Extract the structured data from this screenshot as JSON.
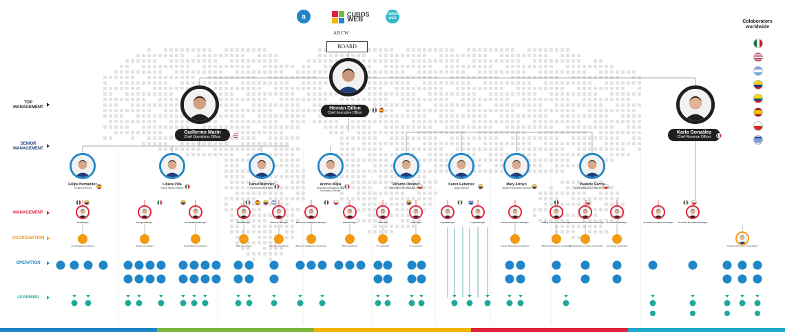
{
  "logos": {
    "a_letter": "a",
    "cubos_line1": "CUBOS",
    "cubos_line2": "WEB",
    "c_text": "CUBOS WEB"
  },
  "abcw": "ABCW",
  "board": "BOARD",
  "levels": [
    {
      "key": "top",
      "label1": "TOP",
      "label2": "MANAGEMENT",
      "color": "#222222"
    },
    {
      "key": "senior",
      "label1": "SENIOR",
      "label2": "MANAGEMENT",
      "color": "#1f3f7a"
    },
    {
      "key": "management",
      "label1": "MANAGEMENT",
      "label2": "",
      "color": "#e0213b"
    },
    {
      "key": "coordination",
      "label1": "COORDINATION",
      "label2": "",
      "color": "#f29a12"
    },
    {
      "key": "operation",
      "label1": "OPERATION",
      "label2": "",
      "color": "#1f86c8"
    },
    {
      "key": "learning",
      "label1": "LEARNING",
      "label2": "",
      "color": "#1fa99a"
    }
  ],
  "executives": {
    "ceo": {
      "name": "Hernán Dillon",
      "role": "Chief Executive Officer"
    },
    "coo": {
      "name": "Guillermo Marín",
      "role": "Chief Operations Officer"
    },
    "cro": {
      "name": "Karla González",
      "role": "Chief Revenue Officer"
    }
  },
  "directors": [
    {
      "name": "Felipe Hernández",
      "role": "Creative Director"
    },
    {
      "name": "Liliana Villa",
      "role": "Social Media Director"
    },
    {
      "name": "Daniel Martínez",
      "role": "Performance Director"
    },
    {
      "name": "Andrés Mejía",
      "role": "Business Intelligence and Innovation Director"
    },
    {
      "name": "Ricardo Olivares",
      "role": "Information Technology Director"
    },
    {
      "name": "Karen Gutiérrez",
      "role": "Legal Director"
    },
    {
      "name": "Mary Arroyo",
      "role": "Human Resources Director"
    },
    {
      "name": "Paulette García",
      "role": "Administration & Finance Director"
    }
  ],
  "managers": [
    "Art Manager",
    "Design Manager",
    "Social Media Manager",
    "SEO Manager",
    "Paid Ads Manager",
    "Business Intelligence Manager",
    "R&D Manager",
    "TI Manager",
    "TI Manager",
    "Legal Manager",
    "Legal Manager",
    "Human Resources Manager",
    "Billing & Collections Manager",
    "Administration & Finance Manager",
    "Accounting Manager",
    "Customer Enrollment Manager",
    "Customer Enrollment Manager"
  ],
  "coordinators": [
    "Art & Design Coordinator",
    "Design Coordinator",
    "Social Media Coordinator",
    "SEO Coordinator",
    "Paid Ads Coordinator",
    "Business Intelligence Coordinator",
    "R&D Coordinator",
    "TI Coordinator",
    "TI Coordinator",
    "Human Resources Coordinator",
    "Billing & Collections Coordinator",
    "Administration & Finance Coordinator",
    "Accounting Coordinator",
    "Customer Enrollment Coordinator"
  ],
  "legend": {
    "title1": "Colaborators",
    "title2": "worldwide",
    "flags": [
      "mexico-flag",
      "usa-flag",
      "argentina-flag",
      "colombia-flag",
      "ecuador-flag",
      "spain-flag",
      "chile-flag",
      "uruguay-flag"
    ]
  },
  "colors": {
    "management": "#e0213b",
    "coordination": "#f29a12",
    "operation": "#1f86c8",
    "learning": "#1fa99a",
    "dark": "#1f1f1f",
    "map_dot": "#e3e3e3"
  },
  "bottom_bar_colors": [
    "#1f86c8",
    "#79b83a",
    "#f4b400",
    "#e0213b",
    "#1fa9c9"
  ]
}
